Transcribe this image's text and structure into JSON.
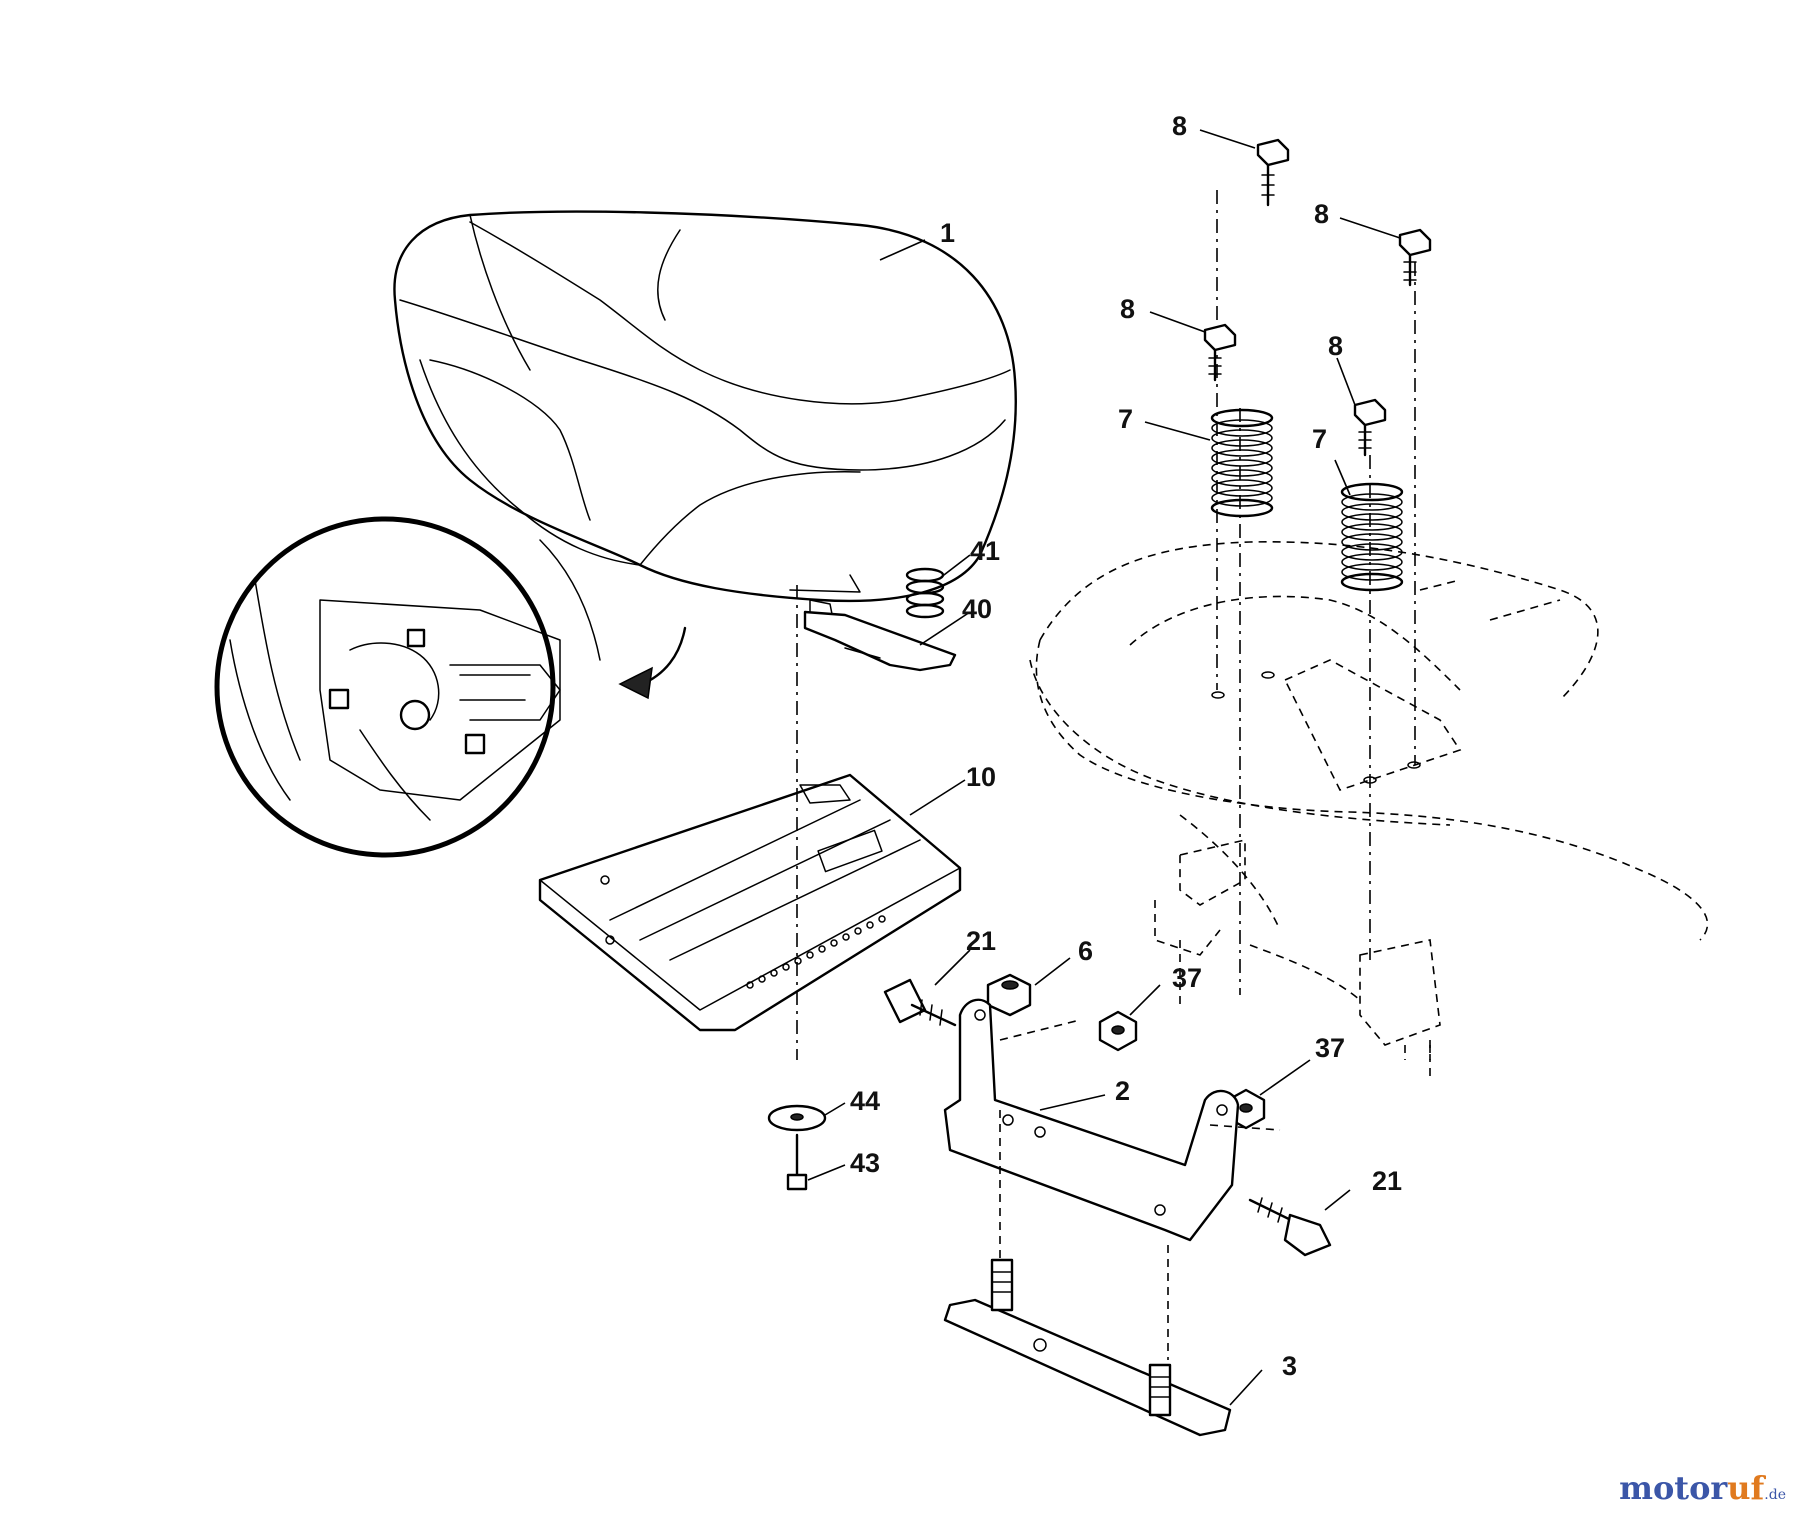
{
  "watermark": {
    "main": "motor",
    "accent": "uf",
    "suffix": ".de"
  },
  "callouts": {
    "c1": "1",
    "c2": "2",
    "c3": "3",
    "c6": "6",
    "c7a": "7",
    "c7b": "7",
    "c8a": "8",
    "c8b": "8",
    "c8c": "8",
    "c8d": "8",
    "c10": "10",
    "c21a": "21",
    "c21b": "21",
    "c37a": "37",
    "c37b": "37",
    "c40": "40",
    "c41": "41",
    "c43": "43",
    "c44": "44"
  },
  "colors": {
    "line": "#000000",
    "watermark_blue": "#3b56a8",
    "watermark_orange": "#e07a1f"
  }
}
